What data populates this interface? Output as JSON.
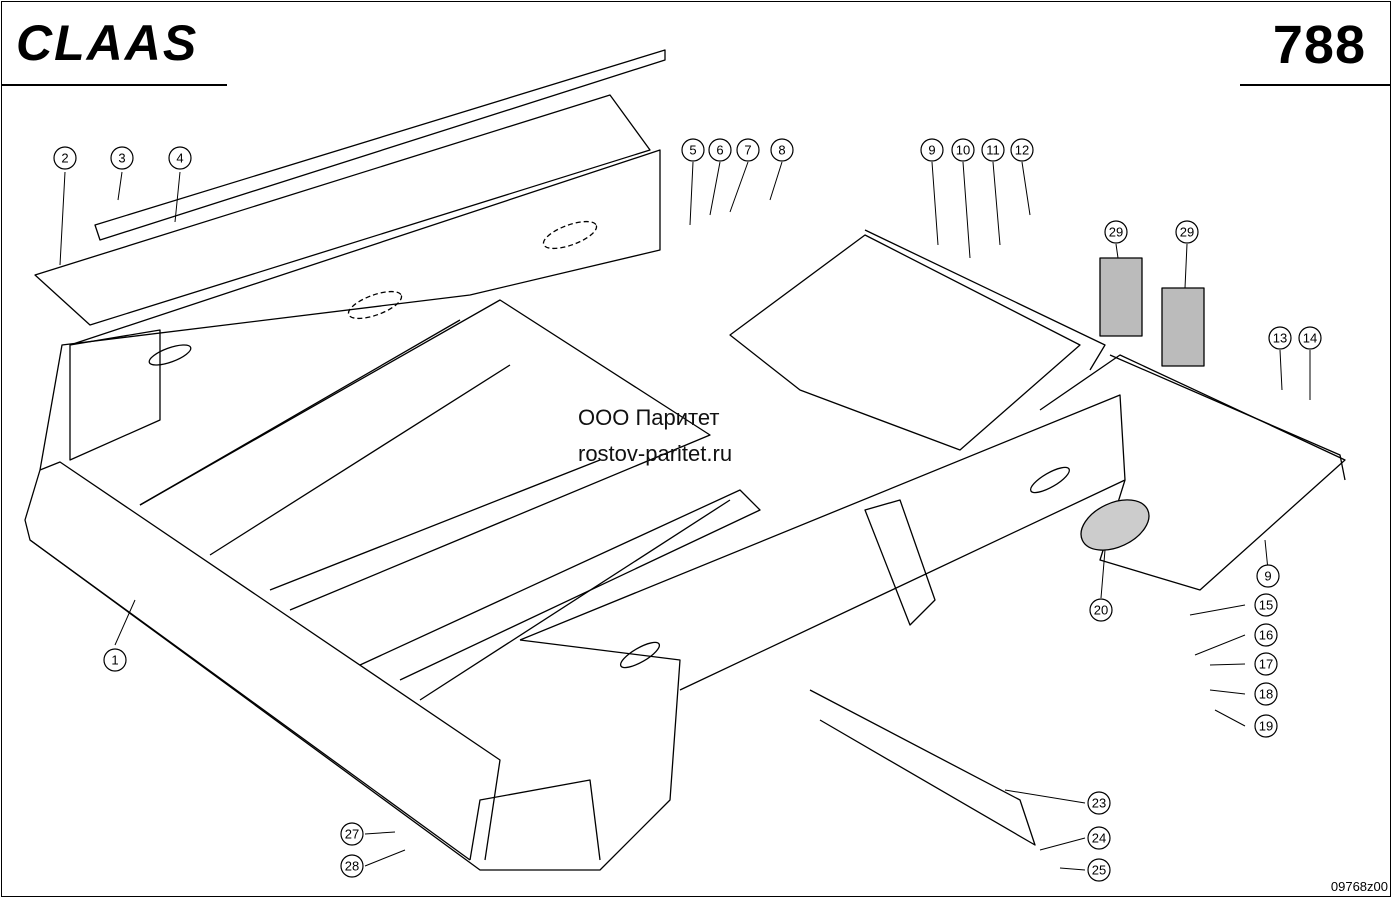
{
  "header": {
    "brand": "CLAAS",
    "page_number": "788"
  },
  "watermark": {
    "line1": "ООО Паритет",
    "line2": "rostov-paritet.ru"
  },
  "footer": {
    "drawing_code": "09768z00"
  },
  "callouts": [
    "1",
    "2",
    "3",
    "4",
    "5",
    "6",
    "7",
    "8",
    "9",
    "9",
    "10",
    "11",
    "12",
    "13",
    "14",
    "15",
    "16",
    "17",
    "18",
    "19",
    "20",
    "23",
    "24",
    "25",
    "27",
    "28",
    "29",
    "29"
  ],
  "colors": {
    "ink": "#000000",
    "paper": "#ffffff"
  }
}
